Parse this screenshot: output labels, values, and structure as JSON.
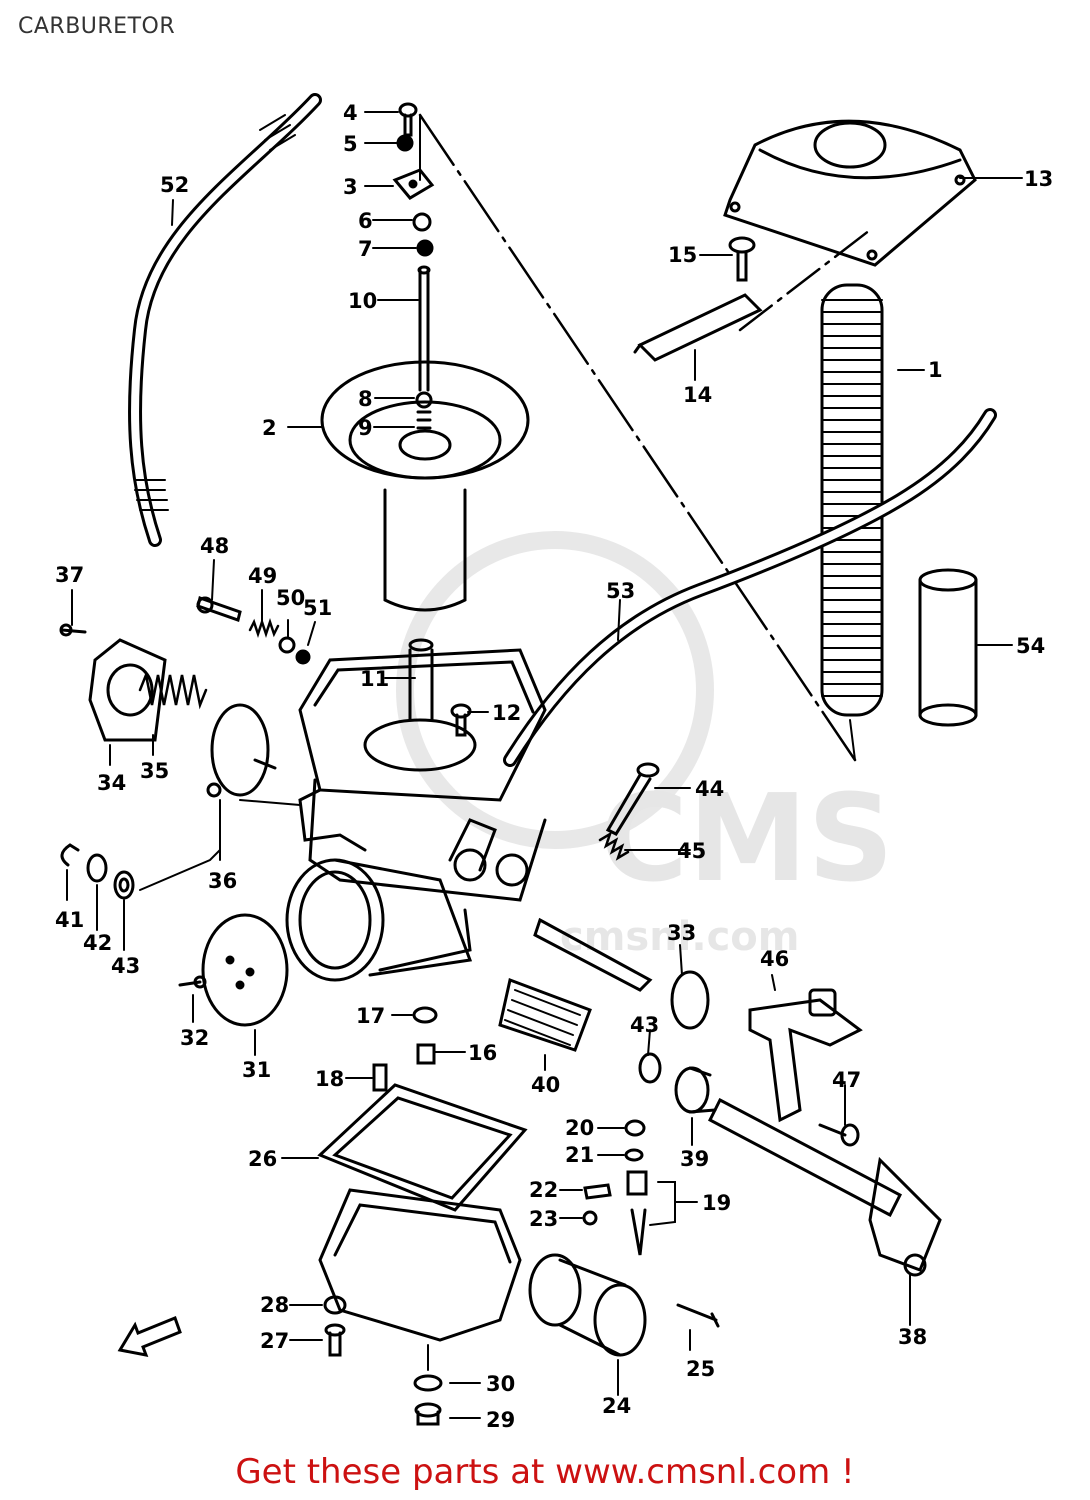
{
  "header": {
    "title": "CARBURETOR"
  },
  "footer": {
    "text": "Get these parts at www.cmsnl.com !"
  },
  "watermark": {
    "main": "CMS",
    "sub": "cmsnl.com"
  },
  "fwd_arrow": "FWD",
  "part_labels": [
    "1",
    "2",
    "3",
    "4",
    "5",
    "6",
    "7",
    "8",
    "9",
    "10",
    "11",
    "12",
    "13",
    "14",
    "15",
    "16",
    "17",
    "18",
    "19",
    "20",
    "21",
    "22",
    "23",
    "24",
    "25",
    "26",
    "27",
    "28",
    "29",
    "30",
    "31",
    "32",
    "33",
    "34",
    "35",
    "36",
    "37",
    "38",
    "39",
    "40",
    "41",
    "42",
    "43",
    "43",
    "44",
    "45",
    "46",
    "47",
    "48",
    "49",
    "50",
    "51",
    "52",
    "53",
    "54"
  ]
}
